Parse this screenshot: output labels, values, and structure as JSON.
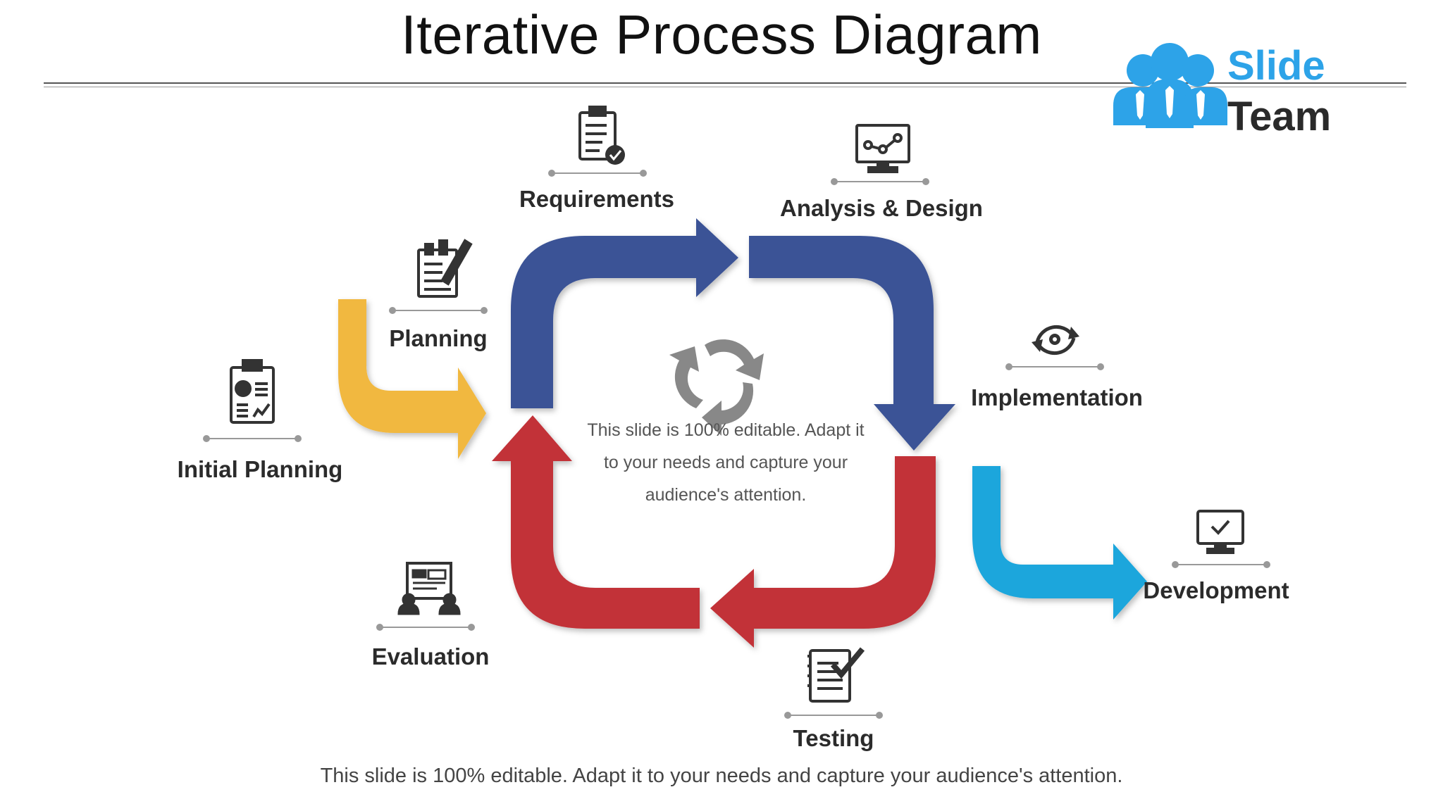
{
  "slide": {
    "title": "Iterative Process Diagram",
    "center_text": "This slide is 100% editable. Adapt it to your needs and capture your audience's attention.",
    "footer": "This slide is 100% editable. Adapt it to your needs and capture your audience's attention."
  },
  "logo": {
    "line1": "Slide",
    "line2": "Team"
  },
  "steps": [
    {
      "label": "Initial  Planning",
      "icon": "report-clipboard-icon"
    },
    {
      "label": "Planning",
      "icon": "clipboard-pencil-icon"
    },
    {
      "label": "Requirements",
      "icon": "checklist-icon"
    },
    {
      "label": "Analysis  & Design",
      "icon": "monitor-graph-icon"
    },
    {
      "label": "Implementation",
      "icon": "gear-cycle-icon"
    },
    {
      "label": "Development",
      "icon": "monitor-check-icon"
    },
    {
      "label": "Testing",
      "icon": "document-check-icon"
    },
    {
      "label": "Evaluation",
      "icon": "people-board-icon"
    }
  ],
  "colors": {
    "blue": "#3a5396",
    "red": "#c23238",
    "yellow": "#f1b83f",
    "cyan": "#1ea6dc",
    "icon": "#333333",
    "logo_blue": "#2da3e8"
  }
}
